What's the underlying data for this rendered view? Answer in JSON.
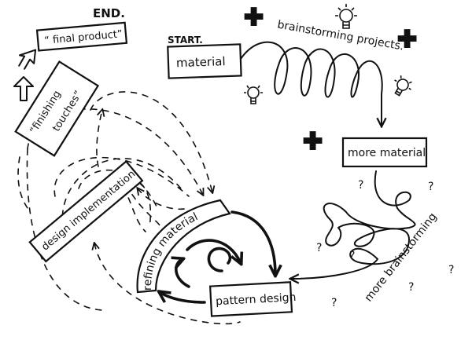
{
  "diagram": {
    "end_label": "END.",
    "start_label": "START.",
    "nodes": {
      "final_product": "“ final product”",
      "material": "material",
      "brainstorming_projects": "brainstorming projects.",
      "more_material": "more material",
      "more_brainstorming": "more brainstorming",
      "pattern_design": "pattern design",
      "refining_material": "refining material",
      "design_implementation": "design implementation",
      "finishing_touches_line1": "“finishing",
      "finishing_touches_line2": "touches”"
    },
    "question_mark": "?",
    "colors": {
      "ink": "#111111",
      "background": "#ffffff"
    }
  }
}
